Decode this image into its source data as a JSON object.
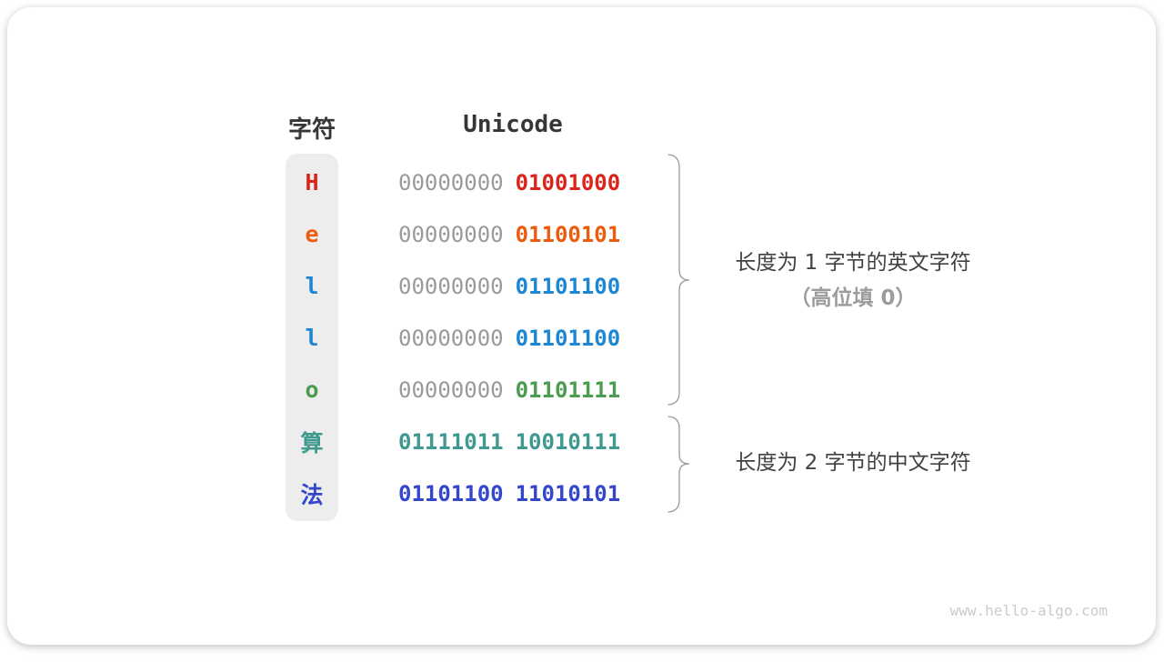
{
  "headers": {
    "char": "字符",
    "unicode": "Unicode"
  },
  "rows": [
    {
      "char": "H",
      "color": "#dc251a",
      "bytes": [
        "00000000",
        "01001000"
      ],
      "high_byte_padded": true
    },
    {
      "char": "e",
      "color": "#ec5c0e",
      "bytes": [
        "00000000",
        "01100101"
      ],
      "high_byte_padded": true
    },
    {
      "char": "l",
      "color": "#1d87d3",
      "bytes": [
        "00000000",
        "01101100"
      ],
      "high_byte_padded": true
    },
    {
      "char": "l",
      "color": "#1d87d3",
      "bytes": [
        "00000000",
        "01101100"
      ],
      "high_byte_padded": true
    },
    {
      "char": "o",
      "color": "#4a9d4f",
      "bytes": [
        "00000000",
        "01101111"
      ],
      "high_byte_padded": true
    },
    {
      "char": "算",
      "color": "#3f998e",
      "bytes": [
        "01111011",
        "10010111"
      ],
      "high_byte_padded": false
    },
    {
      "char": "法",
      "color": "#3447cb",
      "bytes": [
        "01101100",
        "11010101"
      ],
      "high_byte_padded": false
    }
  ],
  "annotations": {
    "one_byte": {
      "text": "长度为 1 字节的英文字符",
      "note": "（高位填 0）"
    },
    "two_byte": {
      "text": "长度为 2 字节的中文字符"
    }
  },
  "colors": {
    "padded_zero_gray": "#9a9a9a",
    "header_text": "#363636",
    "annotation_text": "#414141",
    "annotation_note": "#9c9c9c",
    "char_column_bg": "#ededed",
    "brace_stroke": "#9a9a9a"
  },
  "watermark": "www.hello-algo.com"
}
